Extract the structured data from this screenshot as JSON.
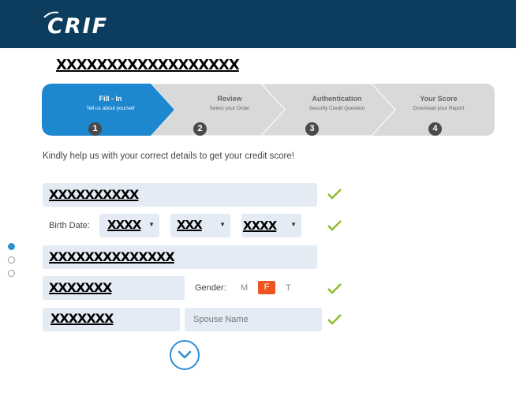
{
  "header": {
    "logo_text": "CRIF",
    "brand_color": "#0c3c5e"
  },
  "user_name": "XXXXXXXXXXXXXXXXXX",
  "steps": [
    {
      "title": "Fill - In",
      "subtitle": "Tell us about yourself",
      "number": "1",
      "active": true
    },
    {
      "title": "Review",
      "subtitle": "Select your Order",
      "number": "2",
      "active": false
    },
    {
      "title": "Authentication",
      "subtitle": "Security Credit Question",
      "number": "3",
      "active": false
    },
    {
      "title": "Your Score",
      "subtitle": "Download your Report",
      "number": "4",
      "active": false
    }
  ],
  "intro": "Kindly help us with your correct details to get your credit score!",
  "form": {
    "full_name": "XXXXXXXXXX",
    "birth_date_label": "Birth Date:",
    "birth_day": "XXXX",
    "birth_month": "XXX",
    "birth_year": "XXXX",
    "address": "XXXXXXXXXXXXXX",
    "phone": "XXXXXXX",
    "gender_label": "Gender:",
    "gender_options": [
      "M",
      "F",
      "T"
    ],
    "gender_selected": "F",
    "father_name": "XXXXXXX",
    "spouse_placeholder": "Spouse Name"
  },
  "icons": {
    "check": "check-icon",
    "next": "chevron-down-icon",
    "select": "caret-down-icon"
  },
  "colors": {
    "active_step": "#1d87d0",
    "inactive_step": "#d9d9d9",
    "check": "#8dbd2b",
    "gender_selected": "#ee5522",
    "field_bg": "#e4ebf5"
  }
}
